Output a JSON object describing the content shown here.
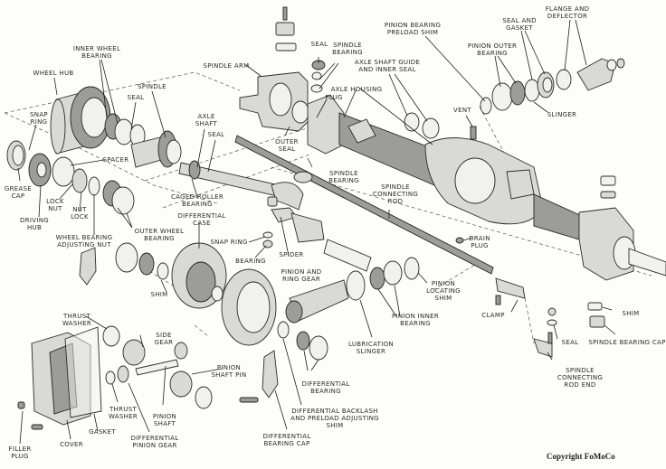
{
  "title": "Ford Front Drive Axle — Exploded View",
  "labels": {
    "inner_wheel_bearing": "INNER WHEEL\nBEARING",
    "wheel_hub": "WHEEL HUB",
    "spindle": "SPINDLE",
    "seal_hub": "SEAL",
    "snap_ring_hub": "SNAP\nRING",
    "axle_shaft": "AXLE\nSHAFT",
    "seal_axle": "SEAL",
    "spacer": "SPACER",
    "grease_cap": "GREASE\nCAP",
    "lock_nut": "LOCK\nNUT",
    "nut_lock": "NUT\nLOCK",
    "driving_hub": "DRIVING\nHUB",
    "wheel_bearing_adjusting_nut": "WHEEL BEARING\nADJUSTING NUT",
    "outer_wheel_bearing": "OUTER WHEEL\nBEARING",
    "caged_roller_bearing": "CAGED ROLLER\nBEARING",
    "differential_case": "DIFFERENTIAL\nCASE",
    "spindle_arm": "SPINDLE ARM",
    "seal_top": "SEAL",
    "spindle_bearing_top": "SPINDLE\nBEARING",
    "axle_shaft_guide": "AXLE SHAFT GUIDE\nAND INNER SEAL",
    "axle_housing": "AXLE HOUSING",
    "plug": "PLUG",
    "outer_seal": "OUTER\nSEAL",
    "spindle_bearing_mid": "SPINDLE\nBEARING",
    "spindle_connecting_rod": "SPINDLE\nCONNECTING\nROD",
    "pinion_bearing_preload_shim": "PINION BEARING\nPRELOAD SHIM",
    "pinion_outer_bearing": "PINION OUTER\nBEARING",
    "seal_and_gasket": "SEAL AND\nGASKET",
    "flange_and_deflector": "FLANGE AND\nDEFLECTOR",
    "slinger": "SLINGER",
    "vent": "VENT",
    "snap_ring_ujoint": "SNAP RING",
    "bearing_ujoint": "BEARING",
    "spider": "SPIDER",
    "drain_plug": "DRAIN\nPLUG",
    "pinion_and_ring_gear": "PINION AND\nRING GEAR",
    "pinion_locating_shim": "PINION\nLOCATING\nSHIM",
    "pinion_inner_bearing": "PINION INNER\nBEARING",
    "clamp": "CLAMP",
    "shim_right": "SHIM",
    "shim_left": "SHIM",
    "lubrication_slinger": "LUBRICATION\nSLINGER",
    "seal_right": "SEAL",
    "spindle_bearing_cap": "SPINDLE BEARING CAP",
    "spindle_connecting_rod_end": "SPINDLE\nCONNECTING\nROD END",
    "thrust_washer_top": "THRUST\nWASHER",
    "side_gear": "SIDE\nGEAR",
    "pinion_shaft_pin": "PINION\nSHAFT PIN",
    "differential_bearing": "DIFFERENTIAL\nBEARING",
    "thrust_washer_bottom": "THRUST\nWASHER",
    "pinion_shaft": "PINION\nSHAFT",
    "differential_backlash_shim": "DIFFERENTIAL BACKLASH\nAND PRELOAD ADJUSTING\nSHIM",
    "differential_pinion_gear": "DIFFERENTIAL\nPINION GEAR",
    "gasket": "GASKET",
    "cover": "COVER",
    "filler_plug": "FILLER\nPLUG",
    "differential_bearing_cap": "DIFFERENTIAL\nBEARING CAP"
  },
  "copyright": "Copyright FoMoCo"
}
